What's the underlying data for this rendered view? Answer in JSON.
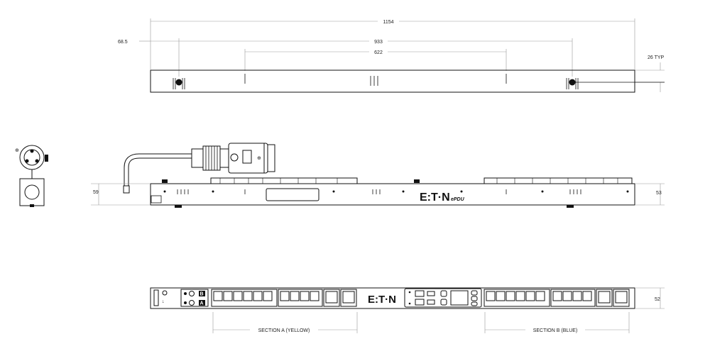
{
  "dimensions": {
    "overall_length": "1154",
    "end_offset": "68.5",
    "mount_span": "933",
    "inner_span": "622",
    "mount_height": "26 TYP",
    "side_height_left": "59",
    "side_height_right": "53",
    "front_height": "52"
  },
  "sections": {
    "a": "SECTION A (YELLOW)",
    "b": "SECTION B (BLUE)"
  },
  "branding": {
    "logo": "E:T·N",
    "logo_front": "E:T·N",
    "product": "ePDU"
  },
  "breakers": [
    "B",
    "A"
  ],
  "colors": {
    "line": "#111111",
    "dim_line": "#999999"
  }
}
